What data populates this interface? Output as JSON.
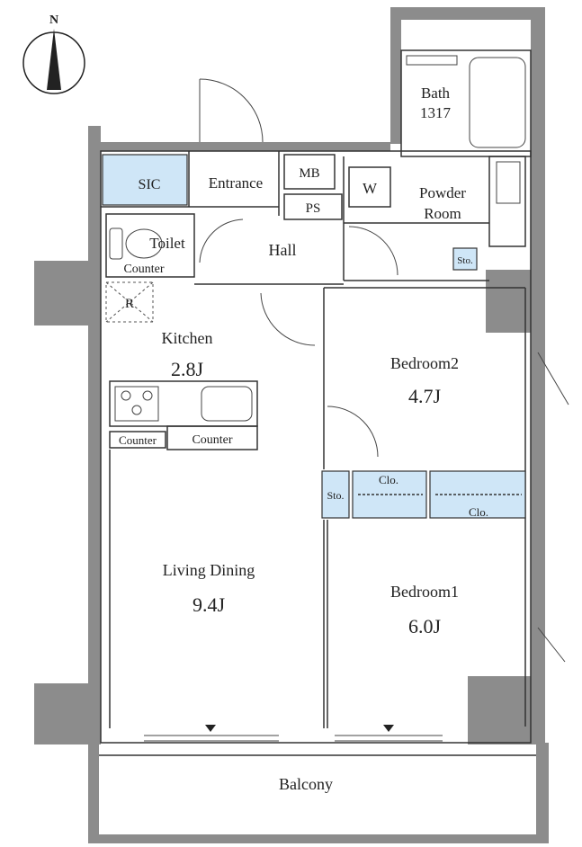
{
  "compass": {
    "label": "N"
  },
  "rooms": {
    "bath": {
      "name": "Bath",
      "size": "1317"
    },
    "sic": {
      "name": "SIC"
    },
    "entrance": {
      "name": "Entrance"
    },
    "mb": {
      "name": "MB"
    },
    "ps": {
      "name": "PS"
    },
    "w": {
      "name": "W"
    },
    "powder": {
      "line1": "Powder",
      "line2": "Room"
    },
    "toilet": {
      "name": "Toilet"
    },
    "toilet_counter": {
      "name": "Counter"
    },
    "hall": {
      "name": "Hall"
    },
    "sto_powder": {
      "name": "Sto."
    },
    "r": {
      "name": "R"
    },
    "kitchen": {
      "name": "Kitchen",
      "size": "2.8J"
    },
    "counter_left": {
      "name": "Counter"
    },
    "counter_right": {
      "name": "Counter"
    },
    "bedroom2": {
      "name": "Bedroom2",
      "size": "4.7J"
    },
    "clo_top": {
      "name": "Clo."
    },
    "clo_bottom": {
      "name": "Clo."
    },
    "sto_mid": {
      "name": "Sto."
    },
    "living": {
      "name": "Living Dining",
      "size": "9.4J"
    },
    "bedroom1": {
      "name": "Bedroom1",
      "size": "6.0J"
    },
    "balcony": {
      "name": "Balcony"
    }
  },
  "colors": {
    "storage": "#cfe6f7",
    "wall": "#8c8c8c",
    "line": "#333333"
  }
}
